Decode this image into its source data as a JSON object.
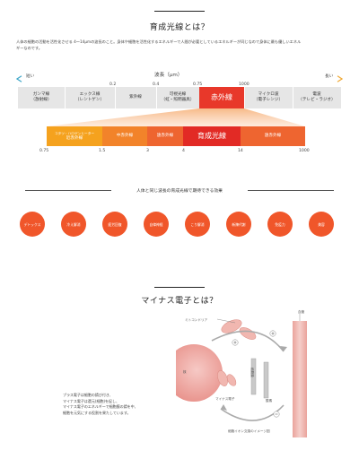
{
  "section1": {
    "title": "育成光線とは？",
    "intro": [
      "人体の細胞の活動を活性化させる 4～14μmの波長のこと。身体や細胞を活性化するエネルギーで人間が必要としているエネルギーが同じなので身体に最も優しいエネル",
      "ギーなのです。"
    ]
  },
  "spectrum": {
    "wavelength_label": "波長（μm）",
    "short_label": "短い",
    "long_label": "長い",
    "ticks": [
      "0.2",
      "0.4",
      "0.75",
      "1000"
    ],
    "bands": [
      {
        "name": "ガンマ線",
        "sub": "（放射線）"
      },
      {
        "name": "エックス線",
        "sub": "（レントゲン）"
      },
      {
        "name": "紫外線",
        "sub": ""
      },
      {
        "name": "可視光線",
        "sub": "（虹・照明器具）"
      },
      {
        "name": "赤外線",
        "sub": ""
      },
      {
        "name": "マイクロ波",
        "sub": "（電子レンジ）"
      },
      {
        "name": "電波",
        "sub": "（テレビ・ラジオ）"
      }
    ],
    "sub_bands": [
      {
        "name": "コタツ・ハロゲンヒーター",
        "sub": "近赤外線"
      },
      {
        "name": "中赤外線",
        "sub": ""
      },
      {
        "name": "遠赤外線",
        "sub": ""
      },
      {
        "name": "育成光線",
        "sub": ""
      },
      {
        "name": "遠赤外線",
        "sub": ""
      }
    ],
    "sub_ticks": [
      "0.75",
      "1.5",
      "3",
      "4",
      "14",
      "1000"
    ],
    "colors": {
      "gray_band": "#e6e6e6",
      "infrared": "#e8382a",
      "near": "#f5a21e",
      "mid": "#f2832a",
      "far": "#ee6530",
      "growth": "#e22a25"
    }
  },
  "effects": {
    "title": "人体と同じ波長の育成光線で期待できる効果",
    "items": [
      "デトックス",
      "冷え解消",
      "疲労回復",
      "自律神経",
      "こり解消",
      "新陳代謝",
      "免疫力",
      "美容"
    ]
  },
  "section2": {
    "title": "マイナス電子とは？",
    "text": [
      "プラス電子は細胞の錆び付き、",
      "マイナス電子は還元(細胞)を促し、",
      "マイナス電子のエネルギーで細胞膜の錆を中、",
      "細胞を元気にする役割を果たしています。"
    ],
    "diagram": {
      "mitochondria": "ミトコンドリア",
      "blood_vessel": "血管",
      "nucleus": "核",
      "cell_membrane": "細胞膜",
      "minus_electron": "マイナス電子",
      "oxygen": "酸素",
      "caption": "細胞イオン交換のイメージ図"
    }
  }
}
